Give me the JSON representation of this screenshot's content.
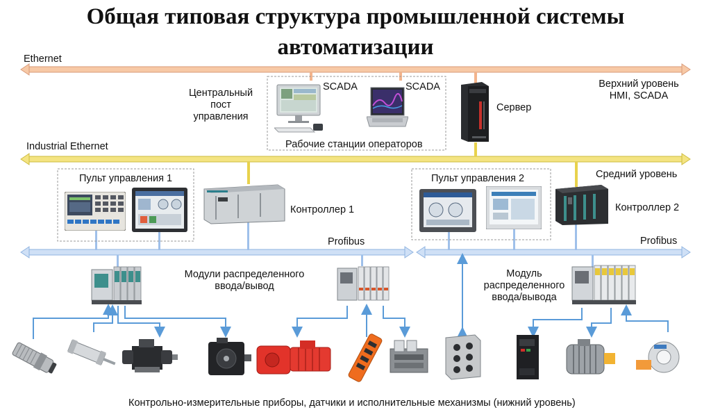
{
  "title": {
    "line1": "Общая типовая структура промышленной системы",
    "line2": "автоматизации"
  },
  "networks": {
    "ethernet": "Ethernet",
    "industrial_ethernet": "Industrial Ethernet",
    "profibus_left": "Profibus",
    "profibus_right": "Profibus"
  },
  "upper": {
    "central_post": [
      "Центральный",
      "пост",
      "управления"
    ],
    "scada_1": "SCADA",
    "scada_2": "SCADA",
    "workstations": "Рабочие станции операторов",
    "server": "Сервер",
    "level": [
      "Верхний уровень",
      "HMI, SCADA"
    ]
  },
  "middle": {
    "panel_1": "Пульт управления 1",
    "panel_2": "Пульт управления 2",
    "controller_1": "Контроллер 1",
    "controller_2": "Контроллер 2",
    "level": "Средний уровень"
  },
  "io": {
    "left": [
      "Модули распределенного",
      "ввода/вывод"
    ],
    "right": [
      "Модуль",
      "распределенного",
      "ввода/вывода"
    ]
  },
  "bottom": {
    "caption": "Контрольно-измерительные приборы, датчики и исполнительные механизмы (нижний уровень)"
  },
  "colors": {
    "ethernet_bus": "#f7c9a6",
    "industrial_bus": "#f2e27a",
    "profibus": "#aac8f0",
    "link_blue": "#5a9bd8",
    "siemens_teal": "#3d8f8c",
    "red_motor": "#e2332a",
    "orange_device": "#ef6c1e"
  }
}
